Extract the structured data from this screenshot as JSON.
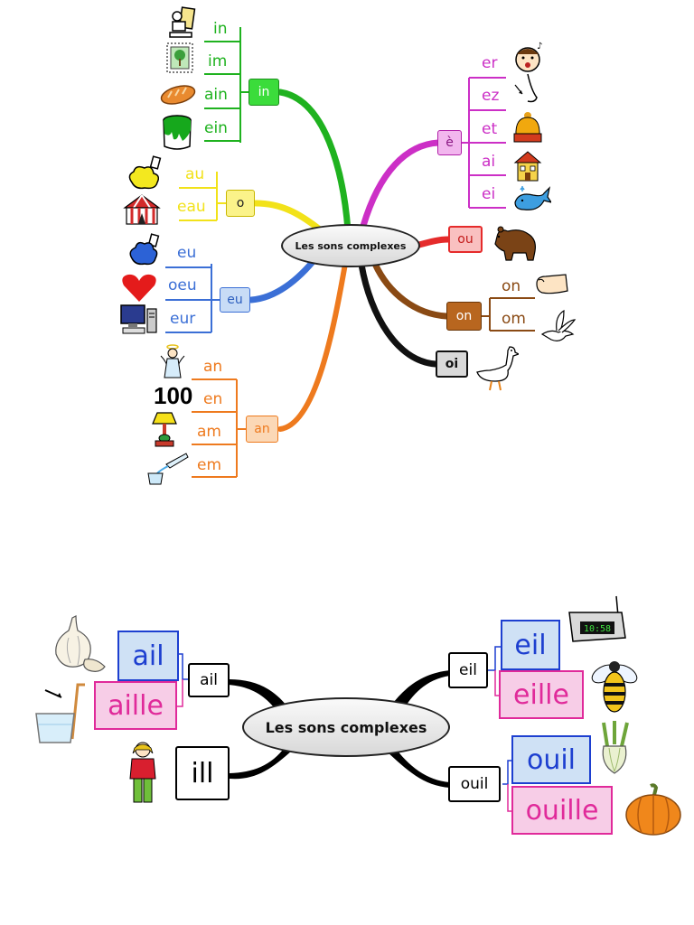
{
  "map1": {
    "title": "Les sons complexes",
    "branches": {
      "in": {
        "label": "in",
        "color": "#1fb21f",
        "words": [
          "in",
          "im",
          "ain",
          "ein"
        ],
        "icons": [
          "toy-figure-icon",
          "stamp-icon",
          "bread-icon",
          "paint-pot-icon"
        ]
      },
      "o": {
        "label": "o",
        "color": "#f2e21a",
        "words": [
          "au",
          "eau"
        ],
        "icons": [
          "smoke-icon",
          "circus-tent-icon"
        ]
      },
      "eu": {
        "label": "eu",
        "color": "#3b6fd6",
        "words": [
          "eu",
          "oeu",
          "eur"
        ],
        "icons": [
          "smoke-icon",
          "heart-icon",
          "computer-icon"
        ]
      },
      "an": {
        "label": "an",
        "color": "#ee7a1e",
        "words": [
          "an",
          "en",
          "am",
          "em"
        ],
        "icons": [
          "angel-icon",
          "hundred-icon",
          "lamp-icon",
          "glass-pour-icon"
        ],
        "hundred_text": "100"
      },
      "e": {
        "label": "è",
        "color": "#cc2fc6",
        "words": [
          "er",
          "ez",
          "et",
          "ai",
          "ei"
        ],
        "icons": [
          "singing-face-icon",
          "nose-icon",
          "hat-icon",
          "house-icon",
          "whale-icon"
        ]
      },
      "ou": {
        "label": "ou",
        "color": "#e52b2b",
        "icon": "bear-icon"
      },
      "on": {
        "label": "on",
        "color": "#8a4a14",
        "words": [
          "on",
          "om"
        ],
        "icons": [
          "finger-icon",
          "dove-icon"
        ]
      },
      "oi": {
        "label": "oi",
        "color": "#111111",
        "icon": "goose-icon"
      }
    }
  },
  "map2": {
    "title": "Les sons complexes",
    "nodes": {
      "ail": "ail",
      "ill": "ill",
      "eil": "eil",
      "ouil": "ouil"
    },
    "words": {
      "ail": "ail",
      "aille": "aille",
      "eil": "eil",
      "eille": "eille",
      "ouil": "ouil",
      "ouille": "ouille"
    },
    "icons": [
      "garlic-icon",
      "straw-glass-icon",
      "girl-icon",
      "alarm-clock-icon",
      "bee-icon",
      "fennel-icon",
      "pumpkin-icon"
    ],
    "clock_text": "10:58",
    "colors": {
      "blue": "#1d3fd0",
      "blue_fill": "#cfe1f5",
      "pink": "#e02a9a",
      "pink_fill": "#f7cde7"
    }
  }
}
